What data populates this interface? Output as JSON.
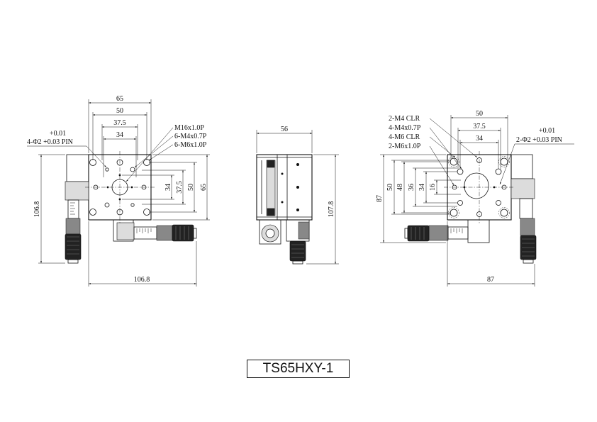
{
  "title": "TS65HXY-1",
  "front_view": {
    "dims": {
      "w65": "65",
      "w50": "50",
      "w37_5": "37.5",
      "w34": "34",
      "h34": "34",
      "h37_5": "37.5",
      "h50": "50",
      "h65": "65",
      "overall_h": "106.8",
      "overall_w": "106.8"
    },
    "callouts": [
      "M16x1.0P",
      "6-M4x0.7P",
      "6-M6x1.0P"
    ],
    "pin_tol": "+0.01",
    "pin_note": "4-Φ2 +0.03 PIN"
  },
  "side_view": {
    "dims": {
      "w56": "56",
      "h107_8": "107.8"
    }
  },
  "bottom_view": {
    "dims": {
      "w50": "50",
      "w37_5": "37.5",
      "w34": "34",
      "h50": "50",
      "h48": "48",
      "h36": "36",
      "h34": "34",
      "h16": "16",
      "overall_h": "87",
      "overall_w": "87"
    },
    "callouts": [
      "2-M4 CLR",
      "4-M4x0.7P",
      "4-M6 CLR",
      "2-M6x1.0P"
    ],
    "pin_tol": "+0.01",
    "pin_note": "2-Φ2 +0.03 PIN"
  }
}
